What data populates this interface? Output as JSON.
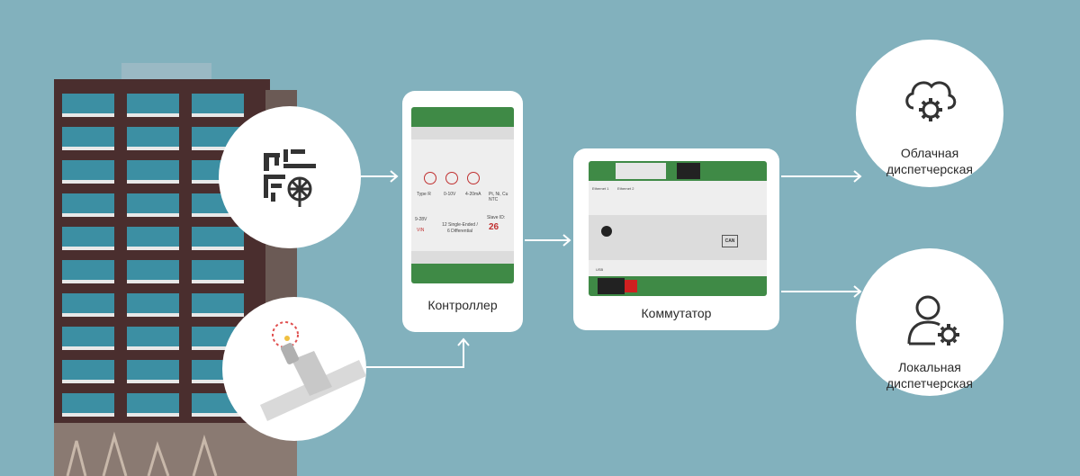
{
  "colors": {
    "background": "#82b1bd",
    "card": "#ffffff",
    "connector": "#ffffff",
    "icon_dark": "#333333",
    "brick": "#4a2e2e",
    "window": "#3c8fa3"
  },
  "sources": [
    {
      "icon": "hvac-schematic-icon"
    },
    {
      "icon": "pipe-sensor-icon"
    }
  ],
  "controller": {
    "label": "Контроллер",
    "device_texts": {
      "type_r": "Type R",
      "v_range": "0-10V",
      "ma_range": "4-20mA",
      "sensor_types": "Pt, Ni, Cu NTC",
      "power": "9-28V",
      "vin": "VIN",
      "channels": "12 Single-Ended /",
      "channels2": "6 Differential",
      "slave_label": "Slave ID:",
      "slave_id": "26"
    }
  },
  "switch": {
    "label": "Коммутатор",
    "device_texts": {
      "can": "CAN",
      "ethernet1": "Ethernet 1",
      "ethernet2": "Ethernet 2",
      "usb": "USB"
    }
  },
  "destinations": [
    {
      "label_line1": "Облачная",
      "label_line2": "диспетчерская",
      "icon": "cloud-gear-icon"
    },
    {
      "label_line1": "Локальная",
      "label_line2": "диспетчерская",
      "icon": "user-gear-icon"
    }
  ]
}
